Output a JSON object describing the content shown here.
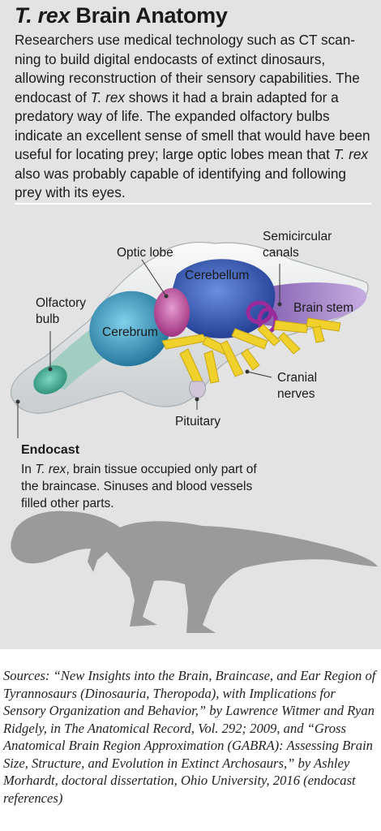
{
  "header": {
    "title_italic": "T. rex",
    "title_rest": " Brain Anatomy"
  },
  "intro": {
    "p1": "Researchers use medical technology such as CT scan-ning to build digital endocasts of extinct dinosaurs, allowing reconstruction of their sensory capabilities. The endocast of ",
    "p1_italic": "T. rex",
    "p2": " shows it had a brain adapted for a predatory way of life. The expanded olfactory bulbs indicate an excellent sense of smell that would have been useful for locating prey; large optic lobes mean that ",
    "p2_italic": "T. rex",
    "p3": " also was probably capable of identifying and following prey with its eyes."
  },
  "labels": {
    "optic_lobe": "Optic lobe",
    "semicircular": "Semicircular",
    "canals": "canals",
    "cerebellum": "Cerebellum",
    "brain_stem": "Brain stem",
    "olfactory": "Olfactory",
    "bulb": "bulb",
    "cerebrum": "Cerebrum",
    "cranial": "Cranial",
    "nerves": "nerves",
    "pituitary": "Pituitary"
  },
  "endocast": {
    "title": "Endocast",
    "text_pre": "In ",
    "text_italic": "T. rex",
    "text_post": ", brain tissue occupied only part of the braincase. Sinuses and blood vessels filled other parts."
  },
  "colors": {
    "panel": "#e3e3e3",
    "olfactory": "#3aa88c",
    "cerebrum": "#2a8fb5",
    "optic_lobe": "#c04a9a",
    "cerebellum": "#2e4fa8",
    "brain_stem": "#8a5ab5",
    "nerves": "#f0d02a",
    "canals": "#9b2b9b",
    "silhouette": "#9a9a9a"
  },
  "icons": {
    "silhouette": "t-rex-silhouette"
  },
  "sources": "Sources: “New Insights into the Brain, Braincase, and Ear Region of Tyrannosaurs (Dinosauria, Theropoda), with Implications for Sensory Organization and Behavior,” by Lawrence Witmer and Ryan Ridgely, in The Anatomical Record, Vol. 292; 2009, and “Gross Anatomical Brain Region Approximation (GABRA): Assessing Brain Size, Structure, and Evolution in Extinct Archosaurs,” by Ashley Morhardt, doctoral dissertation, Ohio University, 2016 (endocast references)"
}
